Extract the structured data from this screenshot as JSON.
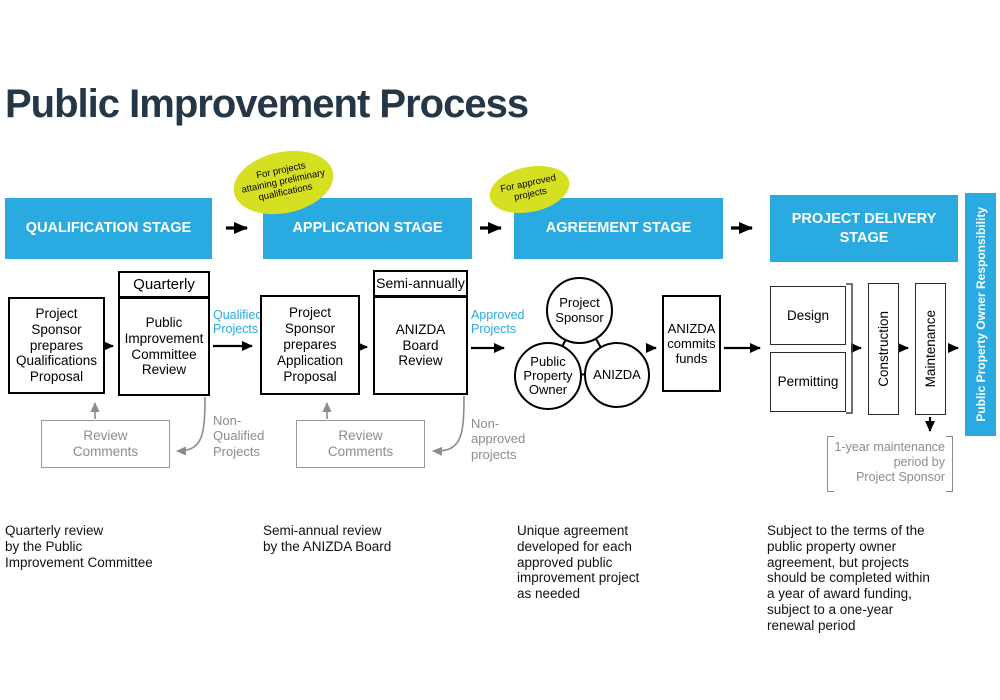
{
  "title": "Public Improvement Process",
  "colors": {
    "stage_blue": "#29abe2",
    "callout_yellow_green": "#d7df23",
    "title_dark": "#253746",
    "muted_gray": "#8c8c8c"
  },
  "stage_headers": {
    "qualification": "QUALIFICATION STAGE",
    "application": "APPLICATION STAGE",
    "agreement": "AGREEMENT STAGE",
    "delivery": "PROJECT DELIVERY STAGE"
  },
  "sidebar": {
    "label": "Public Property Owner Responsibility"
  },
  "callouts": {
    "application": "For projects\nattaining preliminary\nqualifications",
    "agreement": "For approved\nprojects"
  },
  "qualification": {
    "sponsor_box": "Project\nSponsor\nprepares\nQualifications\nProposal",
    "cadence": "Quarterly",
    "review_box": "Public\nImprovement\nCommittee\nReview",
    "pass_label": "Qualified\nProjects",
    "fail_label": "Non-\nQualified\nProjects",
    "comments_box": "Review\nComments",
    "footnote": "Quarterly review\nby the Public\nImprovement Committee"
  },
  "application": {
    "sponsor_box": "Project\nSponsor\nprepares\nApplication\nProposal",
    "cadence": "Semi-annually",
    "review_box": "ANIZDA\nBoard\nReview",
    "pass_label": "Approved\nProjects",
    "fail_label": "Non-\napproved\nprojects",
    "comments_box": "Review\nComments",
    "footnote": "Semi-annual review\nby the ANIZDA Board"
  },
  "agreement": {
    "circle_top": "Project\nSponsor",
    "circle_left": "Public\nProperty\nOwner",
    "circle_right": "ANIZDA",
    "funds_box": "ANIZDA\ncommits\nfunds",
    "footnote": "Unique agreement\ndeveloped for each\napproved public\nimprovement project\nas needed"
  },
  "delivery": {
    "design_box": "Design",
    "permitting_box": "Permitting",
    "construction_box": "Construction",
    "maintenance_box": "Maintenance",
    "maintenance_note": "1-year maintenance\nperiod by\nProject Sponsor",
    "footnote": "Subject to the terms of the\npublic property owner\nagreement, but projects\nshould be completed within\na year of award funding,\nsubject to a one-year\nrenewal period"
  }
}
